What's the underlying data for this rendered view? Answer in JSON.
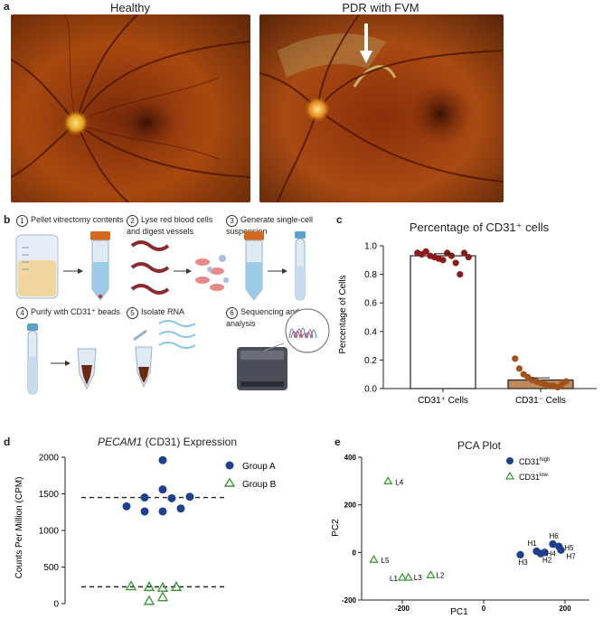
{
  "panel_a": {
    "label": "a",
    "left_title": "Healthy",
    "right_title": "PDR with FVM"
  },
  "panel_b": {
    "label": "b",
    "steps": [
      {
        "num": "1",
        "text": "Pellet vitrectomy contents"
      },
      {
        "num": "2",
        "text": "Lyse red blood cells and digest vessels"
      },
      {
        "num": "3",
        "text": "Generate single-cell suspension"
      },
      {
        "num": "4",
        "text": "Purify with CD31⁺ beads"
      },
      {
        "num": "5",
        "text": "Isolate RNA"
      },
      {
        "num": "6",
        "text": "Sequencing and analysis"
      }
    ]
  },
  "panel_c": {
    "label": "c",
    "title": "Percentage of CD31⁺ cells",
    "ylabel": "Percentage of Cells"
  },
  "panel_d": {
    "label": "d",
    "title_italic": "PECAM1",
    "title_rest": " (CD31) Expression",
    "ylabel": "Counts Per Million (CPM)",
    "legend": [
      "Group A",
      "Group B"
    ]
  },
  "panel_e": {
    "label": "e",
    "title": "PCA Plot",
    "xlabel": "PC1",
    "ylabel": "PC2",
    "legend_high": "CD31",
    "legend_high_sup": "high",
    "legend_low": "CD31",
    "legend_low_sup": "low"
  },
  "chart_data": [
    {
      "type": "bar",
      "title": "Percentage of CD31⁺ cells",
      "ylabel": "Percentage of Cells",
      "categories": [
        "CD31⁺ Cells",
        "CD31⁻ Cells"
      ],
      "values": [
        0.93,
        0.06
      ],
      "ylim": [
        0,
        1.0
      ],
      "yticks": [
        "0.0",
        "0.2",
        "0.4",
        "0.6",
        "0.8",
        "1.0"
      ],
      "bar_colors": [
        "#ffffff",
        "#c08a5a"
      ],
      "point_colors": [
        "#8b1a1a",
        "#a0521a"
      ],
      "points": [
        [
          0.95,
          0.94,
          0.96,
          0.93,
          0.92,
          0.91,
          0.9,
          0.95,
          0.93,
          0.88,
          0.8,
          0.95,
          0.92
        ],
        [
          0.21,
          0.14,
          0.1,
          0.08,
          0.06,
          0.05,
          0.04,
          0.03,
          0.02,
          0.02,
          0.01,
          0.03,
          0.05
        ]
      ]
    },
    {
      "type": "scatter",
      "title": "PECAM1 (CD31) Expression",
      "ylabel": "Counts Per Million (CPM)",
      "ylim": [
        0,
        2000
      ],
      "yticks": [
        "0",
        "500",
        "1000",
        "1500",
        "2000"
      ],
      "series": [
        {
          "name": "Group A",
          "color": "#1f3f8f",
          "mean": 1450,
          "values": [
            1960,
            1560,
            1450,
            1440,
            1460,
            1330,
            1260,
            1260,
            1300
          ]
        },
        {
          "name": "Group B",
          "color": "#3a9a3a",
          "mean": 230,
          "values": [
            240,
            230,
            220,
            230,
            90,
            40
          ]
        }
      ]
    },
    {
      "type": "scatter",
      "title": "PCA Plot",
      "xlabel": "PC1",
      "ylabel": "PC2",
      "xlim": [
        -300,
        260
      ],
      "ylim": [
        -200,
        400
      ],
      "xticks": [
        "-200",
        "0",
        "200"
      ],
      "yticks": [
        "-200",
        "0",
        "200",
        "400"
      ],
      "series": [
        {
          "name": "CD31high",
          "color": "#1f3f8f",
          "points": [
            {
              "label": "H1",
              "x": 130,
              "y": 5
            },
            {
              "label": "H2",
              "x": 140,
              "y": -5
            },
            {
              "label": "H3",
              "x": 90,
              "y": -10
            },
            {
              "label": "H4",
              "x": 150,
              "y": 0
            },
            {
              "label": "H5",
              "x": 185,
              "y": 25
            },
            {
              "label": "H6",
              "x": 170,
              "y": 35
            },
            {
              "label": "H7",
              "x": 190,
              "y": 10
            }
          ]
        },
        {
          "name": "CD31low",
          "color": "#3a9a3a",
          "points": [
            {
              "label": "L1",
              "x": -200,
              "y": -105
            },
            {
              "label": "L2",
              "x": -130,
              "y": -95
            },
            {
              "label": "L3",
              "x": -185,
              "y": -105
            },
            {
              "label": "L4",
              "x": -235,
              "y": 300
            },
            {
              "label": "L5",
              "x": -270,
              "y": -30
            }
          ]
        }
      ]
    }
  ]
}
